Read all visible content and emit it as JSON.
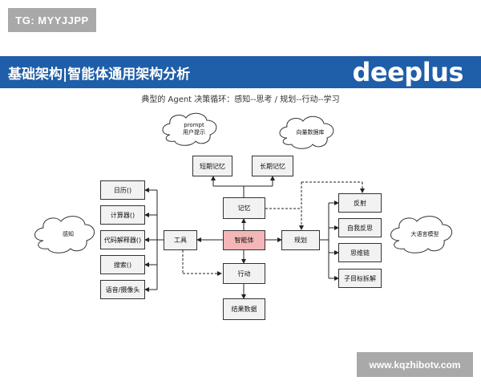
{
  "watermark_top": "TG: MYYJJPP",
  "banner": {
    "title": "基础架构|智能体通用架构分析",
    "logo": "deeplus",
    "background": "#1f5ea8"
  },
  "subtitle": "典型的 Agent 决策循环：感知--思考 / 规划--行动--学习",
  "diagram": {
    "core": "智能体",
    "core_color": "#f4b6b6",
    "memory": "记忆",
    "short_term": "短期记忆",
    "long_term": "长期记忆",
    "tools": "工具",
    "planning": "规划",
    "action": "行动",
    "result": "结果数据",
    "tool_items": [
      "日历()",
      "计算器()",
      "代码解释器()",
      "搜索()",
      "语音/摄像头"
    ],
    "plan_items": [
      "反射",
      "自我反思",
      "思维链",
      "子目标拆解"
    ],
    "clouds": {
      "prompt": [
        "prompt",
        "用户提示"
      ],
      "vector_db": "向量数据库",
      "perception": "感知",
      "llm": "大语言模型"
    }
  },
  "watermark_bottom": "www.kqzhibotv.com"
}
